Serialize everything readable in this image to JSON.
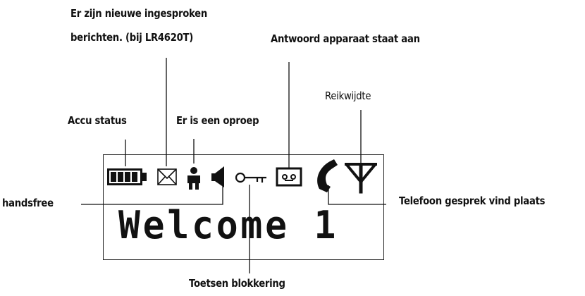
{
  "labels": {
    "new_messages": [
      "Er zijn nieuwe ingesproken",
      "berichten. (bij LR4620T)"
    ],
    "answering_machine": "Antwoord apparaat staat aan",
    "signal_range": "Reikwijdte",
    "battery_status": "Accu status",
    "incoming_call": "Er is een oproep",
    "handsfree": "handsfree",
    "call_in_progress": "Telefoon gesprek vind plaats",
    "keypad_lock": "Toetsen blokkering"
  },
  "display": {
    "welcome": "Welcome 1"
  },
  "icons": [
    "battery-icon",
    "envelope-icon",
    "person-icon",
    "speaker-icon",
    "key-icon",
    "cassette-icon",
    "handset-icon",
    "antenna-icon"
  ],
  "colors": {
    "ink": "#111111",
    "background": "#ffffff"
  }
}
